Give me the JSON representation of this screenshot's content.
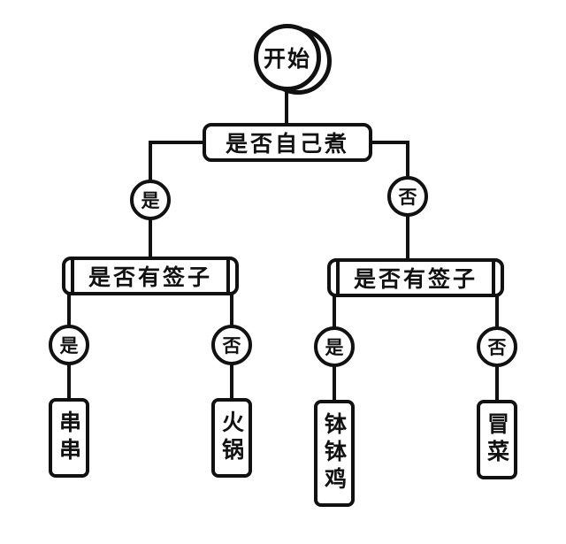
{
  "colors": {
    "background": "#ffffff",
    "stroke": "#111111"
  },
  "flowchart": {
    "start": "开始",
    "root_question": "是否自己煮",
    "root_yes": "是",
    "root_no": "否",
    "left_question": "是否有签子",
    "right_question": "是否有签子",
    "left_yes": "是",
    "left_no": "否",
    "right_yes": "是",
    "right_no": "否",
    "result_chuanchuan": "串串",
    "result_hotpot": "火锅",
    "result_bobo_chicken": "钵钵鸡",
    "result_maocai": "冒菜"
  }
}
